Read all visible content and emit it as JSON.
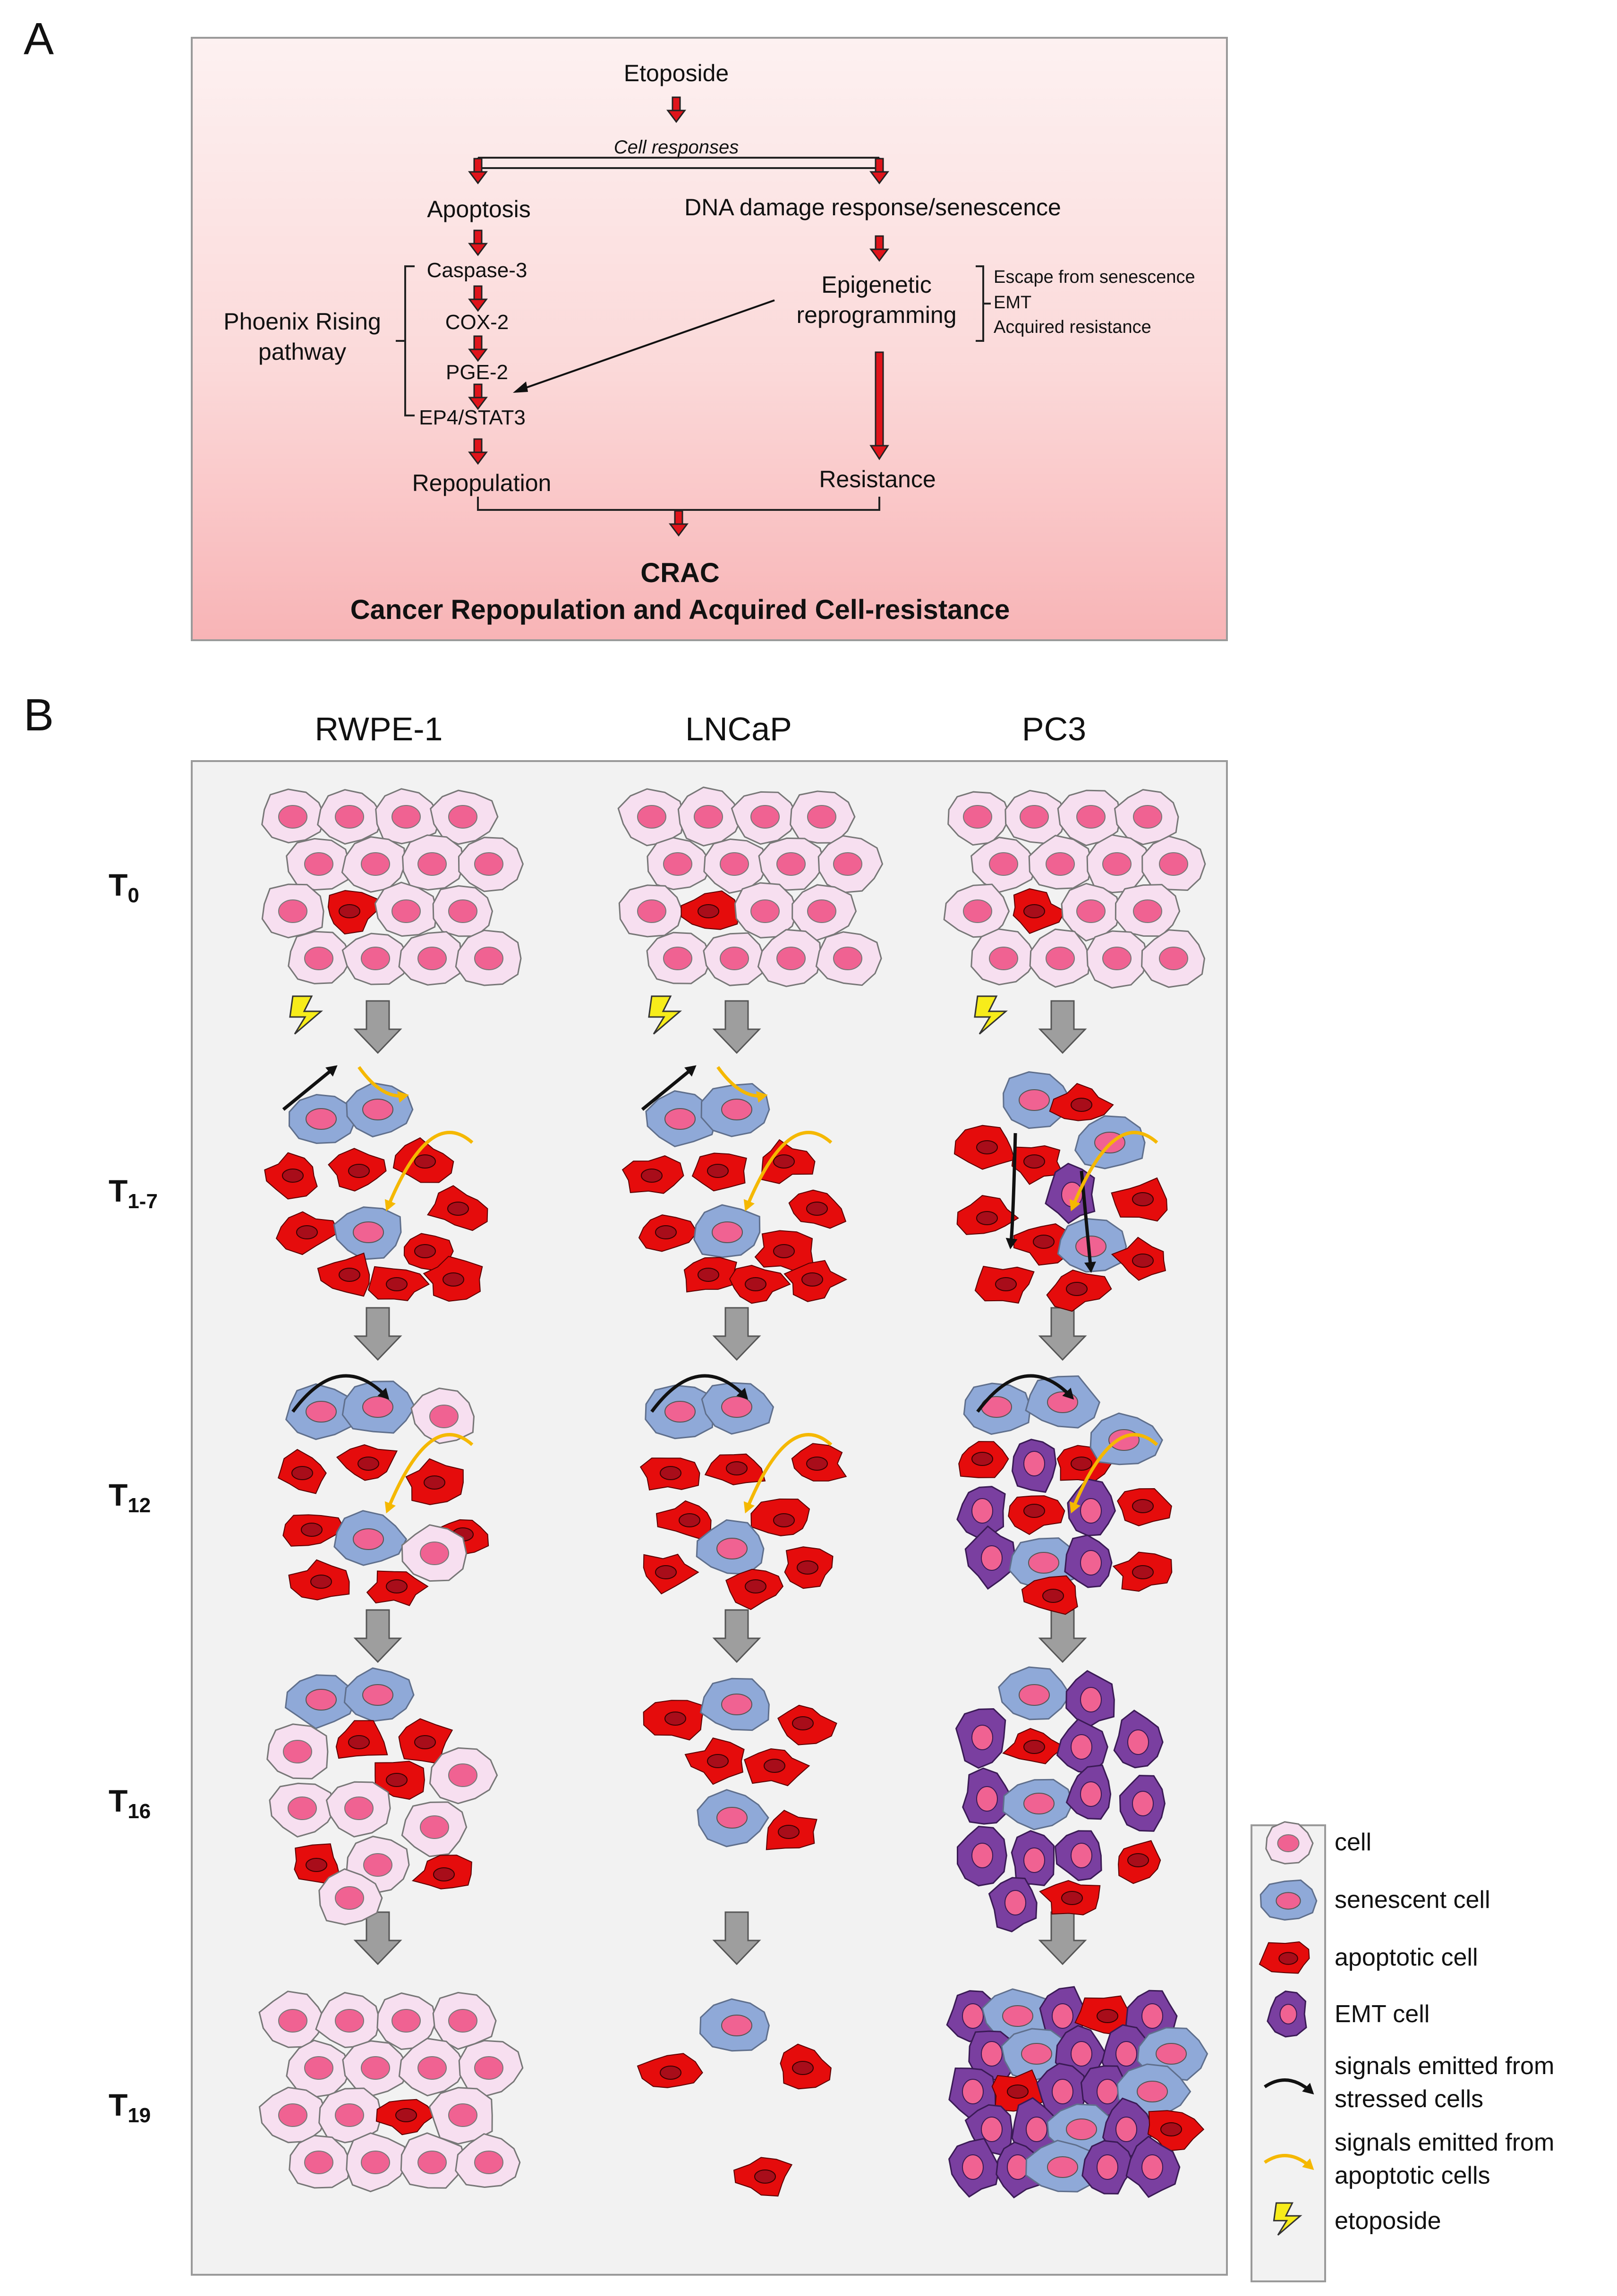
{
  "panel_a": {
    "letter": "A",
    "etoposide": "Etoposide",
    "cell_responses": "Cell responses",
    "apoptosis": "Apoptosis",
    "dna_damage": "DNA damage response/senescence",
    "caspase": "Caspase-3",
    "cox2": "COX-2",
    "pge2": "PGE-2",
    "ep4": "EP4/STAT3",
    "phoenix_line1": "Phoenix Rising",
    "phoenix_line2": "pathway",
    "epigenetic_line1": "Epigenetic",
    "epigenetic_line2": "reprogramming",
    "escape": "Escape from senescence",
    "emt": "EMT",
    "acquired": "Acquired resistance",
    "repopulation": "Repopulation",
    "resistance": "Resistance",
    "crac": "CRAC",
    "crac_full": "Cancer Repopulation and Acquired Cell-resistance",
    "arrow_color": "#e0141b"
  },
  "panel_b": {
    "letter": "B",
    "columns": [
      "RWPE-1",
      "LNCaP",
      "PC3"
    ],
    "rows": [
      {
        "base": "T",
        "sub": "0"
      },
      {
        "base": "T",
        "sub": "1-7"
      },
      {
        "base": "T",
        "sub": "12"
      },
      {
        "base": "T",
        "sub": "16"
      },
      {
        "base": "T",
        "sub": "19"
      }
    ],
    "colors": {
      "cell_body": "#f7dff0",
      "cell_nucleus": "#f06292",
      "senescent": "#8fa9d8",
      "apoptotic": "#e50c0c",
      "apoptotic_nucleus": "#a80d1a",
      "emt": "#7a3fa0",
      "signal_stressed": "#111111",
      "signal_apoptotic": "#f5b800",
      "etoposide": "#f7ec1a",
      "down_arrow": "#9e9e9e"
    }
  },
  "legend": {
    "items": [
      {
        "icon": "cell-icon",
        "label": "cell"
      },
      {
        "icon": "senescent-cell-icon",
        "label": "senescent cell"
      },
      {
        "icon": "apoptotic-cell-icon",
        "label": "apoptotic cell"
      },
      {
        "icon": "emt-cell-icon",
        "label": "EMT cell"
      },
      {
        "icon": "black-arrow-icon",
        "label_line1": "signals emitted from",
        "label_line2": "stressed cells"
      },
      {
        "icon": "yellow-arrow-icon",
        "label_line1": "signals emitted from",
        "label_line2": "apoptotic cells"
      },
      {
        "icon": "lightning-icon",
        "label": "etoposide"
      }
    ]
  }
}
